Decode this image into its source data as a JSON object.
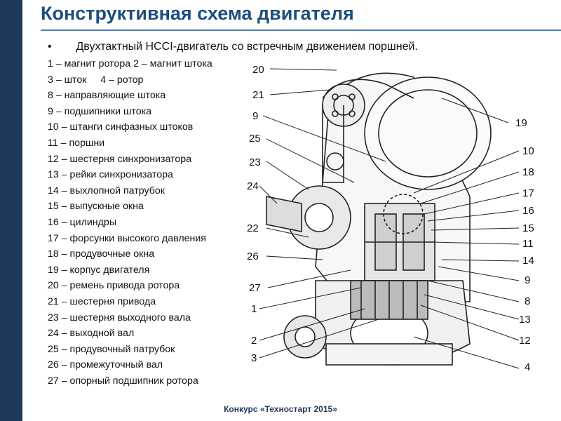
{
  "title": "Конструктивная схема двигателя",
  "bullet": "Двухтактный HCCI-двигатель со встречным движением поршней.",
  "legend": [
    "1 – магнит ротора 2 – магнит штока",
    "3 – шток     4 – ротор",
    "8 – направляющие штока",
    "9 – подшипники штока",
    "10 – штанги синфазных штоков",
    "11 – поршни",
    "12 – шестерня синхронизатора",
    "13 – рейки синхронизатора",
    "14 – выхлопной патрубок",
    "15 – выпускные окна",
    "16 – цилиндры",
    "17 – форсунки высокого давления",
    "18 – продувочные окна",
    "19 – корпус двигателя",
    "20 – ремень привода ротора",
    "21 – шестерня привода",
    "23 – шестерня выходного вала",
    "24 – выходной вал",
    "25 – продувочный патрубок",
    "26 – промежуточный вал",
    "27 – опорный подшипник ротора"
  ],
  "callouts": {
    "left": [
      "20",
      "21",
      "9",
      "25",
      "23",
      "24",
      "22",
      "26",
      "27",
      "1",
      "2",
      "3"
    ],
    "right": [
      "19",
      "10",
      "18",
      "17",
      "16",
      "15",
      "11",
      "14",
      "9",
      "8",
      "13",
      "12",
      "4"
    ]
  },
  "footer": "Конкурс «Техностарт 2015»",
  "colors": {
    "title": "#1f4e79",
    "band": "#1b3a5c",
    "rule": "#5b7fa6"
  }
}
